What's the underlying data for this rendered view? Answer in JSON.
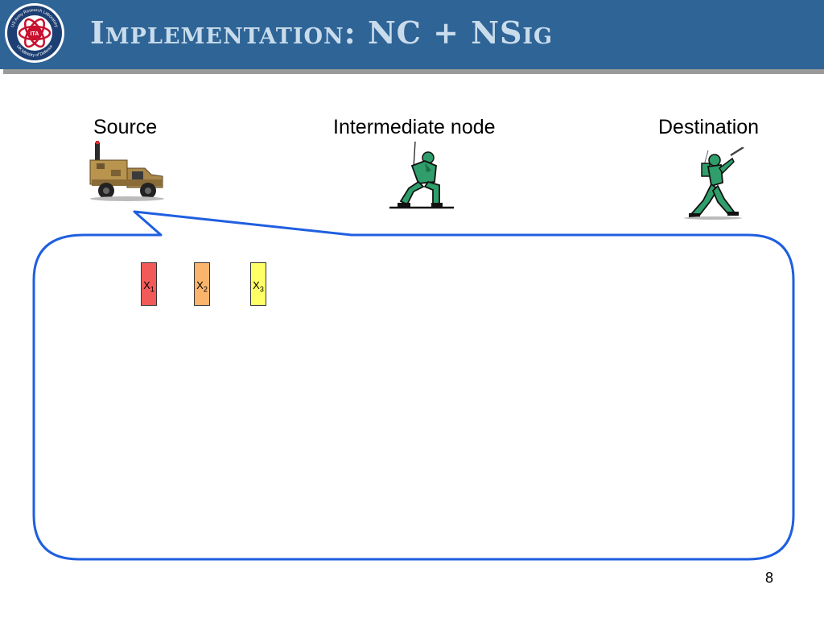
{
  "header": {
    "title": "Implementation: NC + NSig",
    "bg_color": "#2f6496",
    "title_color": "#c9dcec",
    "logo": {
      "icon": "ita-seal-icon",
      "text_top": "US Army Research Laboratory",
      "text_bottom": "UK Ministry of Defence",
      "center_text": "ITA"
    }
  },
  "nodes": {
    "source": {
      "label": "Source",
      "icon": "military-truck-icon"
    },
    "intermediate": {
      "label": "Intermediate node",
      "icon": "kneeling-soldier-icon"
    },
    "destination": {
      "label": "Destination",
      "icon": "walking-soldier-icon"
    }
  },
  "callout": {
    "border_color": "#1f5fe0"
  },
  "packets": [
    {
      "symbol": "X",
      "sub": "1",
      "color": "#f25a5a"
    },
    {
      "symbol": "X",
      "sub": "2",
      "color": "#fbb46b"
    },
    {
      "symbol": "X",
      "sub": "3",
      "color": "#ffff66"
    }
  ],
  "footer": {
    "page_number": "8"
  }
}
